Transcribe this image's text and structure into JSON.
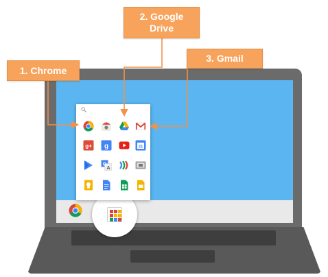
{
  "callouts": {
    "chrome": "1. Chrome",
    "drive_line1": "2. Google",
    "drive_line2": "Drive",
    "gmail": "3. Gmail"
  },
  "launcher": {
    "apps": [
      {
        "name": "chrome-icon"
      },
      {
        "name": "chrome-web-store-icon"
      },
      {
        "name": "google-drive-icon"
      },
      {
        "name": "gmail-icon"
      },
      {
        "name": "google-plus-icon"
      },
      {
        "name": "google-search-icon"
      },
      {
        "name": "youtube-icon"
      },
      {
        "name": "google-calendar-icon"
      },
      {
        "name": "google-play-books-icon"
      },
      {
        "name": "google-translate-icon"
      },
      {
        "name": "google-wallet-icon"
      },
      {
        "name": "files-icon"
      },
      {
        "name": "google-keep-icon"
      },
      {
        "name": "google-docs-icon"
      },
      {
        "name": "google-sheets-icon"
      },
      {
        "name": "google-slides-icon"
      }
    ]
  },
  "colors": {
    "callout": "#f7a35c",
    "screen": "#5ab5f0",
    "laptop": "#6b6b6b"
  }
}
